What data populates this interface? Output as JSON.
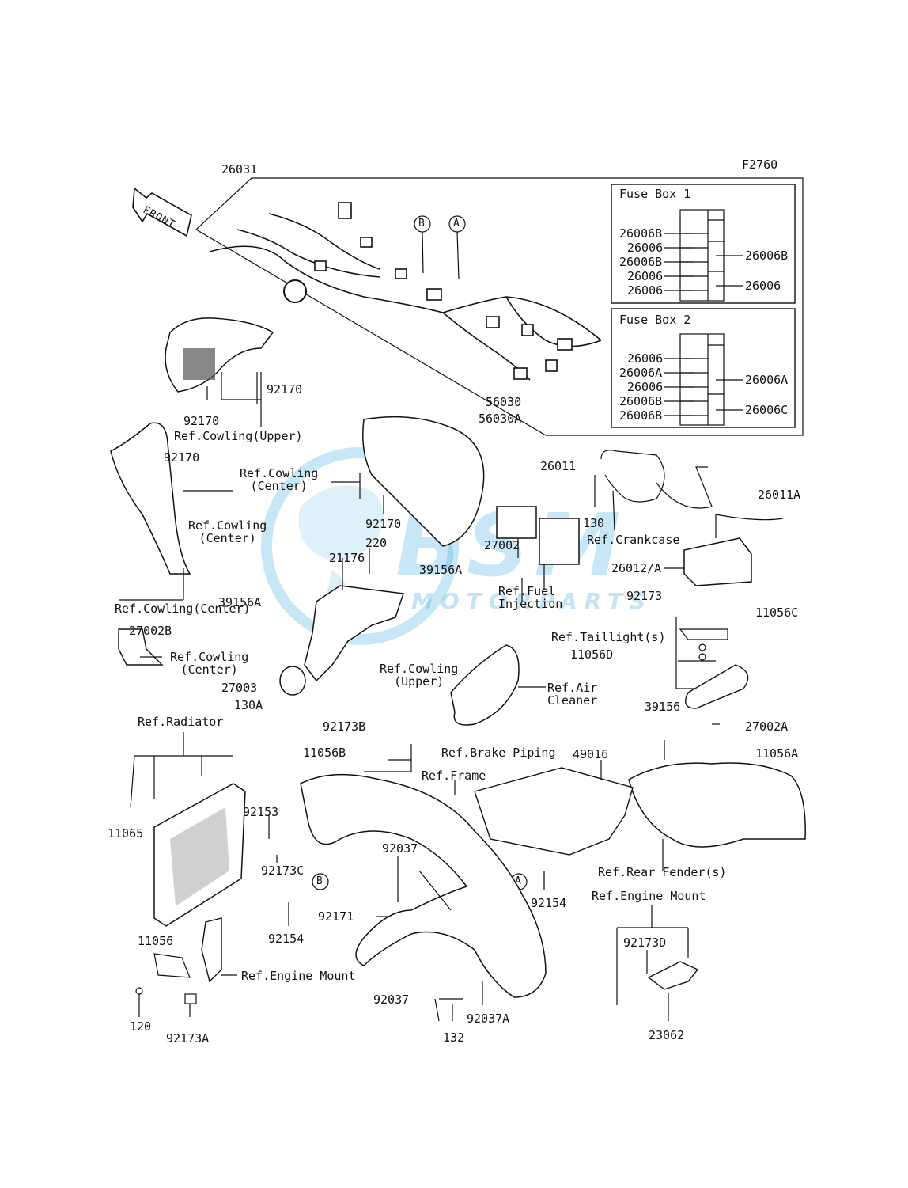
{
  "diagram_code": "F2760",
  "front_label": "FRONT",
  "fuse_box_1": {
    "title": "Fuse Box 1",
    "left_labels": [
      "26006B",
      "26006",
      "26006B",
      "26006",
      "26006"
    ],
    "right_labels": [
      "26006B",
      "26006"
    ]
  },
  "fuse_box_2": {
    "title": "Fuse Box 2",
    "left_labels": [
      "26006",
      "26006A",
      "26006",
      "26006B",
      "26006B"
    ],
    "right_labels": [
      "26006A",
      "26006C"
    ]
  },
  "callouts": {
    "c26031": "26031",
    "c92170a": "92170",
    "c92170b": "92170",
    "c92170c": "92170",
    "c92170d": "92170",
    "refCowlingUpper1": "Ref.Cowling(Upper)",
    "refCowlingCenter1": "Ref.Cowling\n(Center)",
    "refCowlingCenter2": "Ref.Cowling\n(Center)",
    "refCowlingCenter3": "Ref.Cowling(Center)",
    "refCowlingCenter4": "Ref.Cowling\n(Center)",
    "refCowlingUpper2": "Ref.Cowling\n(Upper)",
    "c56030": "56030",
    "c56030A": "56030A",
    "c26011": "26011",
    "c26011A": "26011A",
    "c130": "130",
    "refCrankcase": "Ref.Crankcase",
    "c26012A": "26012/A",
    "c27002": "27002",
    "refFuelInjection": "Ref.Fuel\nInjection",
    "c220": "220",
    "c21176": "21176",
    "c39156A1": "39156A",
    "c39156A2": "39156A",
    "c27002B": "27002B",
    "c27003": "27003",
    "c130A": "130A",
    "c92173": "92173",
    "c11056C": "11056C",
    "refTaillight": "Ref.Taillight(s)",
    "c11056D": "11056D",
    "refAirCleaner": "Ref.Air\nCleaner",
    "refRadiator": "Ref.Radiator",
    "c11065": "11065",
    "c92173B": "92173B",
    "c11056B": "11056B",
    "refBrakePiping": "Ref.Brake Piping",
    "refFrame": "Ref.Frame",
    "c49016": "49016",
    "c39156": "39156",
    "c27002A": "27002A",
    "c11056A": "11056A",
    "c92153": "92153",
    "c92173C": "92173C",
    "c92037a": "92037",
    "c92037b": "92037",
    "c92037A": "92037A",
    "c92154a": "92154",
    "c92154b": "92154",
    "c92171": "92171",
    "refRearFender": "Ref.Rear Fender(s)",
    "refEngineMount1": "Ref.Engine Mount",
    "refEngineMount2": "Ref.Engine Mount",
    "c11056": "11056",
    "c120": "120",
    "c92173A": "92173A",
    "c132": "132",
    "c92173D": "92173D",
    "c23062": "23062",
    "markerA1": "A",
    "markerB1": "B",
    "markerA2": "A",
    "markerB2": "B"
  },
  "watermark": {
    "brand": "BSM",
    "sub": "MOTORPARTS",
    "color": "#3aa7e0"
  }
}
